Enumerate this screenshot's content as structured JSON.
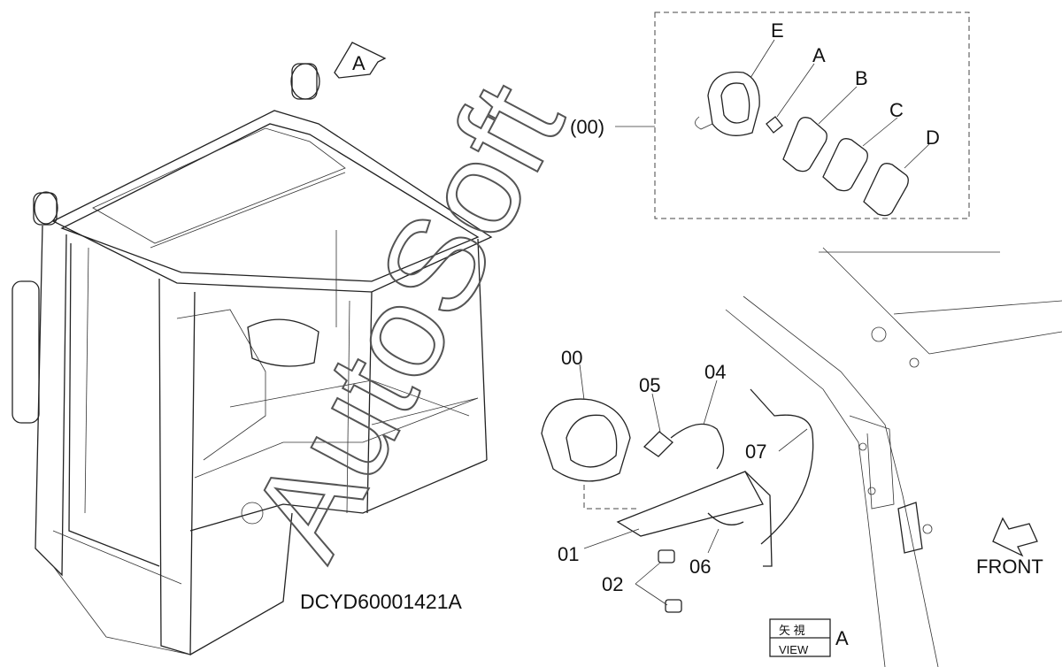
{
  "diagram": {
    "drawing_code": "DCYD60001421A",
    "watermark": "AutoSoft",
    "view_marker": "A",
    "view_box": {
      "jp": "矢 視",
      "en": "VIEW",
      "letter": "A"
    },
    "front_label": "FRONT",
    "assembly_label": "(00)",
    "kit_parts": [
      "E",
      "A",
      "B",
      "C",
      "D"
    ],
    "parts": [
      "00",
      "05",
      "04",
      "07",
      "01",
      "02",
      "06"
    ]
  }
}
